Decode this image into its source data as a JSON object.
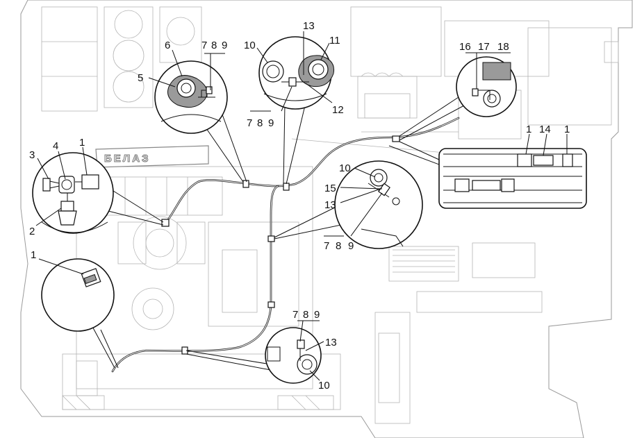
{
  "brand_text": "БЕЛАЗ",
  "labels": {
    "c5": "5",
    "c6": "6",
    "c7a": "7",
    "c8a": "8",
    "c9a": "9",
    "c10a": "10",
    "c13a": "13",
    "c11": "11",
    "c12": "12",
    "c7b": "7",
    "c8b": "8",
    "c9b": "9",
    "c16": "16",
    "c17": "17",
    "c18": "18",
    "c3": "3",
    "c4": "4",
    "c1a": "1",
    "c2": "2",
    "c1b": "1",
    "c14": "14",
    "c1c": "1",
    "c10b": "10",
    "c15": "15",
    "c13b": "13",
    "c7c": "7",
    "c8c": "8",
    "c9c": "9",
    "c1d": "1",
    "c7d": "7",
    "c8d": "8",
    "c9d": "9",
    "c13c": "13",
    "c10c": "10"
  }
}
